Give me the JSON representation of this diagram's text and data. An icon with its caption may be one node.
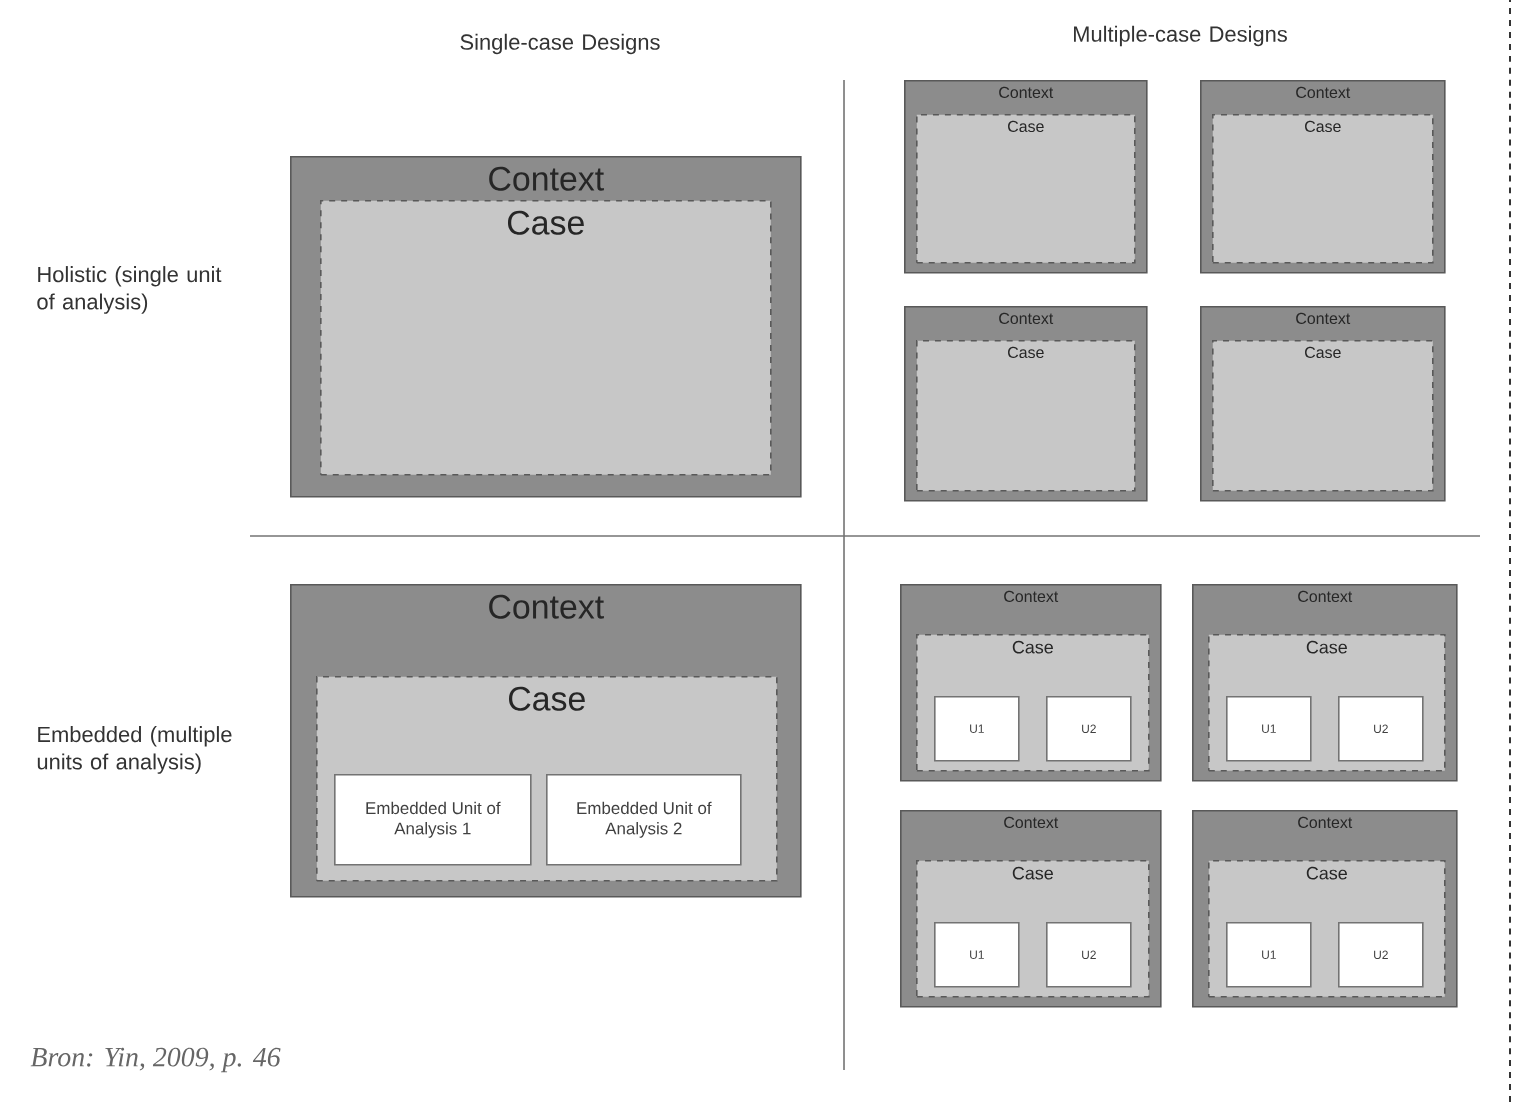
{
  "diagram": {
    "caption": "Bron: Yin, 2009, p. 46",
    "nodes": [
      {
        "text": [
          "Context"
        ]
      },
      {
        "text": [
          "Case"
        ],
        "in": 0
      },
      {
        "text": [
          "Context"
        ]
      },
      {
        "text": [
          "Case"
        ],
        "in": 2
      },
      {
        "text": [
          "Context"
        ]
      },
      {
        "text": [
          "Case"
        ],
        "in": 4
      },
      {
        "text": [
          "Context"
        ]
      },
      {
        "text": [
          "Case"
        ],
        "in": 6
      },
      {
        "text": [
          "Context"
        ]
      },
      {
        "text": [
          "Case"
        ],
        "in": 8
      },
      {
        "text": [
          "Context"
        ]
      },
      {
        "text": [
          "Case"
        ],
        "in": 10
      },
      {
        "text": [
          "Embedded Unit of Analysis 1"
        ],
        "in": 11
      },
      {
        "text": [
          "Embedded Unit of Analysis 2"
        ],
        "in": 11
      },
      {
        "text": [
          "Context"
        ]
      },
      {
        "text": [
          "Case"
        ],
        "in": 14
      },
      {
        "text": [
          "U1"
        ],
        "in": 15
      },
      {
        "text": [
          "U2"
        ],
        "in": 15
      },
      {
        "text": [
          "Context"
        ]
      },
      {
        "text": [
          "Case"
        ],
        "in": 18
      },
      {
        "text": [
          "U1"
        ],
        "in": 19
      },
      {
        "text": [
          "U2"
        ],
        "in": 19
      },
      {
        "text": [
          "Context"
        ]
      },
      {
        "text": [
          "Case"
        ],
        "in": 22
      },
      {
        "text": [
          "U1"
        ],
        "in": 23
      },
      {
        "text": [
          "U2"
        ],
        "in": 23
      },
      {
        "text": [
          "Context"
        ]
      },
      {
        "text": [
          "Case"
        ],
        "in": 26
      },
      {
        "text": [
          "U1"
        ],
        "in": 27
      },
      {
        "text": [
          "U2"
        ],
        "in": 27
      }
    ],
    "labels": [
      "Single-case Designs",
      "Multiple-case Designs",
      "Holistic (single unit of analysis)",
      "Embedded (multiple units of analysis)"
    ]
  }
}
